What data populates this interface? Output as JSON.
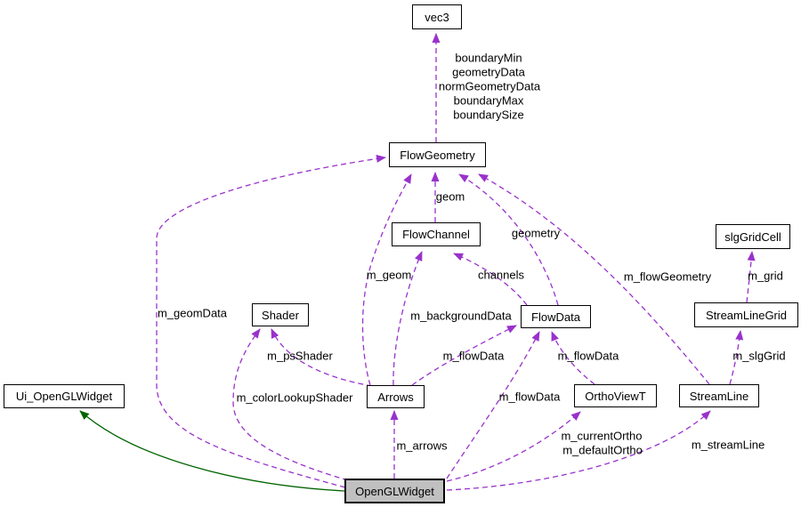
{
  "diagram": {
    "type": "collaboration-graph",
    "colors": {
      "usage_edge": "#9932cc",
      "inheritance_edge": "#006400",
      "node_border": "#000000",
      "node_fill": "#ffffff",
      "highlighted_node_fill": "#c0c0c0",
      "text": "#000000"
    },
    "nodes": [
      {
        "id": "vec3",
        "label": "vec3"
      },
      {
        "id": "flowgeometry",
        "label": "FlowGeometry"
      },
      {
        "id": "flowchannel",
        "label": "FlowChannel"
      },
      {
        "id": "slggridcell",
        "label": "slgGridCell"
      },
      {
        "id": "shader",
        "label": "Shader"
      },
      {
        "id": "flowdata",
        "label": "FlowData"
      },
      {
        "id": "streamlinegrid",
        "label": "StreamLineGrid"
      },
      {
        "id": "ui-openglwidget",
        "label": "Ui_OpenGLWidget"
      },
      {
        "id": "arrows",
        "label": "Arrows"
      },
      {
        "id": "orthoviewt",
        "label": "OrthoViewT"
      },
      {
        "id": "streamline",
        "label": "StreamLine"
      },
      {
        "id": "openglwidget",
        "label": "OpenGLWidget"
      }
    ],
    "edges": [
      {
        "from": "FlowGeometry",
        "to": "vec3",
        "style": "usage",
        "labels": [
          "boundaryMin",
          "geometryData",
          "normGeometryData",
          "boundaryMax",
          "boundarySize"
        ]
      },
      {
        "from": "FlowChannel",
        "to": "FlowGeometry",
        "style": "usage",
        "labels": [
          "geom"
        ]
      },
      {
        "from": "FlowData",
        "to": "FlowGeometry",
        "style": "usage",
        "labels": [
          "geometry"
        ]
      },
      {
        "from": "Arrows",
        "to": "FlowGeometry",
        "style": "usage",
        "labels": [
          "m_geom"
        ]
      },
      {
        "from": "OpenGLWidget",
        "to": "FlowGeometry",
        "style": "usage",
        "labels": [
          "m_geomData"
        ]
      },
      {
        "from": "StreamLine",
        "to": "FlowGeometry",
        "style": "usage",
        "labels": [
          "m_flowGeometry"
        ]
      },
      {
        "from": "FlowData",
        "to": "FlowChannel",
        "style": "usage",
        "labels": [
          "channels"
        ]
      },
      {
        "from": "Arrows",
        "to": "FlowChannel",
        "style": "usage",
        "labels": [
          "m_backgroundData"
        ]
      },
      {
        "from": "Arrows",
        "to": "FlowData",
        "style": "usage",
        "labels": [
          "m_flowData"
        ]
      },
      {
        "from": "OrthoViewT",
        "to": "FlowData",
        "style": "usage",
        "labels": [
          "m_flowData"
        ]
      },
      {
        "from": "OpenGLWidget",
        "to": "FlowData",
        "style": "usage",
        "labels": [
          "m_flowData"
        ]
      },
      {
        "from": "Arrows",
        "to": "Shader",
        "style": "usage",
        "labels": [
          "m_psShader"
        ]
      },
      {
        "from": "OpenGLWidget",
        "to": "Shader",
        "style": "usage",
        "labels": [
          "m_colorLookupShader"
        ]
      },
      {
        "from": "OpenGLWidget",
        "to": "Arrows",
        "style": "usage",
        "labels": [
          "m_arrows"
        ]
      },
      {
        "from": "OpenGLWidget",
        "to": "OrthoViewT",
        "style": "usage",
        "labels": [
          "m_currentOrtho",
          "m_defaultOrtho"
        ]
      },
      {
        "from": "OpenGLWidget",
        "to": "StreamLine",
        "style": "usage",
        "labels": [
          "m_streamLine"
        ]
      },
      {
        "from": "StreamLine",
        "to": "StreamLineGrid",
        "style": "usage",
        "labels": [
          "m_slgGrid"
        ]
      },
      {
        "from": "StreamLineGrid",
        "to": "slgGridCell",
        "style": "usage",
        "labels": [
          "m_grid"
        ]
      },
      {
        "from": "OpenGLWidget",
        "to": "Ui_OpenGLWidget",
        "style": "inheritance",
        "labels": []
      }
    ]
  }
}
